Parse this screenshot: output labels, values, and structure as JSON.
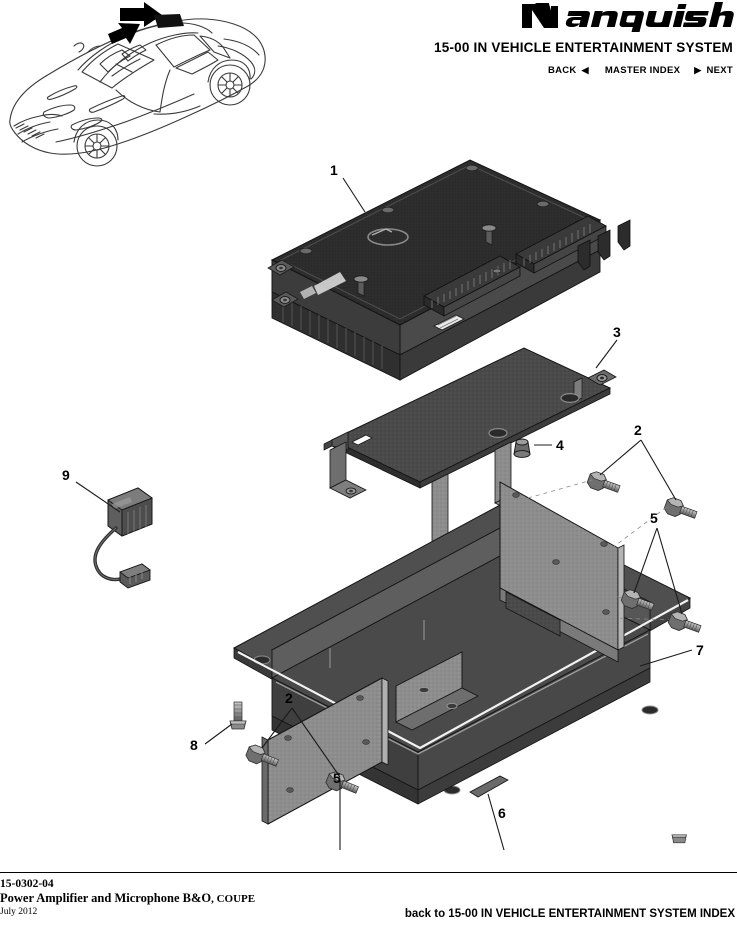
{
  "header": {
    "brand_logo": "vanquish-wordmark",
    "brand_name": "Vanquish",
    "title": "15-00 IN VEHICLE ENTERTAINMENT SYSTEM",
    "nav": {
      "back_label": "BACK",
      "back_icon": "triangle-left-icon",
      "master_index_label": "MASTER INDEX",
      "next_icon": "triangle-right-icon",
      "next_label": "NEXT"
    }
  },
  "vehicle_illustration": {
    "name": "aston-martin-vanquish-coupe-line-drawing",
    "arrow_count": 2,
    "arrow_icon": "location-arrow-icon"
  },
  "diagram": {
    "title": "Power Amplifier and Microphone B&O exploded view",
    "callouts": [
      {
        "id": "1",
        "number": "1",
        "part": "power-amplifier-unit"
      },
      {
        "id": "2a",
        "number": "2",
        "part": "bolt"
      },
      {
        "id": "2b",
        "number": "2",
        "part": "bolt"
      },
      {
        "id": "3",
        "number": "3",
        "part": "upper-mounting-bracket"
      },
      {
        "id": "4",
        "number": "4",
        "part": "grommet-nut"
      },
      {
        "id": "5a",
        "number": "5",
        "part": "bolt"
      },
      {
        "id": "5b",
        "number": "5",
        "part": "bolt"
      },
      {
        "id": "6",
        "number": "6",
        "part": "amplifier-tray"
      },
      {
        "id": "7",
        "number": "7",
        "part": "tray-frame-flange"
      },
      {
        "id": "8",
        "number": "8",
        "part": "bolt"
      },
      {
        "id": "9",
        "number": "9",
        "part": "microphone-assembly"
      }
    ],
    "parts": {
      "amplifier_label": "power-amplifier",
      "bracket_label": "mounting-bracket",
      "grommet_label": "grommet",
      "tray_label": "amplifier-tray",
      "frame_label": "tray-frame",
      "side_panel_left_label": "left-side-panel",
      "side_panel_right_label": "right-side-panel",
      "microphone_label": "microphone",
      "bolt_label": "bolt"
    }
  },
  "footer": {
    "part_code": "15-0302-04",
    "description": "Power Amplifier and Microphone B&O",
    "variant": ", COUPE",
    "date": "July 2012",
    "index_link": "back to 15-00 IN VEHICLE ENTERTAINMENT SYSTEM INDEX"
  },
  "colors": {
    "page_background": "#ffffff",
    "text": "#000000",
    "amplifier_dark": "#2b2b2b",
    "amplifier_mid": "#3c3c3c",
    "amplifier_light": "#565656",
    "bracket_dark": "#3a3a3a",
    "bracket_mid": "#6e6e6e",
    "tray_dark": "#4a4a4a",
    "tray_mid": "#5a5a5a",
    "panel_grey": "#8d8d8d",
    "panel_grey_dark": "#6f6f6f",
    "bolt_grey": "#9a9a9a",
    "bolt_dark": "#4f4f4f",
    "leader_line": "#1a1a1a",
    "car_outline": "#3a3a3a"
  }
}
